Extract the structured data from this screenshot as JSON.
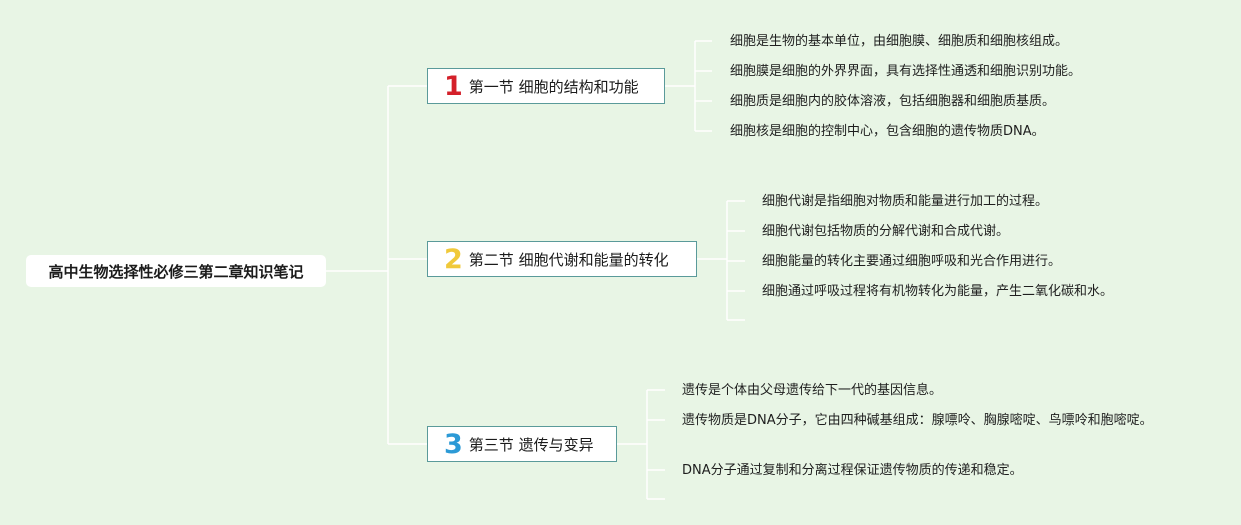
{
  "root": {
    "title": "高中生物选择性必修三第二章知识笔记"
  },
  "sections": [
    {
      "number": "1",
      "number_color": "#d4202a",
      "label": "第一节 细胞的结构和功能",
      "items": [
        "细胞是生物的基本单位，由细胞膜、细胞质和细胞核组成。",
        "细胞膜是细胞的外界界面，具有选择性通透和细胞识别功能。",
        "细胞质是细胞内的胶体溶液，包括细胞器和细胞质基质。",
        "细胞核是细胞的控制中心，包含细胞的遗传物质DNA。"
      ]
    },
    {
      "number": "2",
      "number_color": "#f0c93a",
      "label": "第二节 细胞代谢和能量的转化",
      "items": [
        "细胞代谢是指细胞对物质和能量进行加工的过程。",
        "细胞代谢包括物质的分解代谢和合成代谢。",
        "细胞能量的转化主要通过细胞呼吸和光合作用进行。",
        "细胞通过呼吸过程将有机物转化为能量，产生二氧化碳和水。"
      ]
    },
    {
      "number": "3",
      "number_color": "#2c9ad6",
      "label": "第三节 遗传与变异",
      "items": [
        "遗传是个体由父母遗传给下一代的基因信息。",
        "遗传物质是DNA分子，它由四种碱基组成：腺嘌呤、胸腺嘧啶、鸟嘌呤和胞嘧啶。",
        "DNA分子通过复制和分离过程保证遗传物质的传递和稳定。"
      ]
    }
  ],
  "colors": {
    "background": "#e8f5e5",
    "connector": "#ffffff",
    "section_border": "#5a9a9a"
  }
}
